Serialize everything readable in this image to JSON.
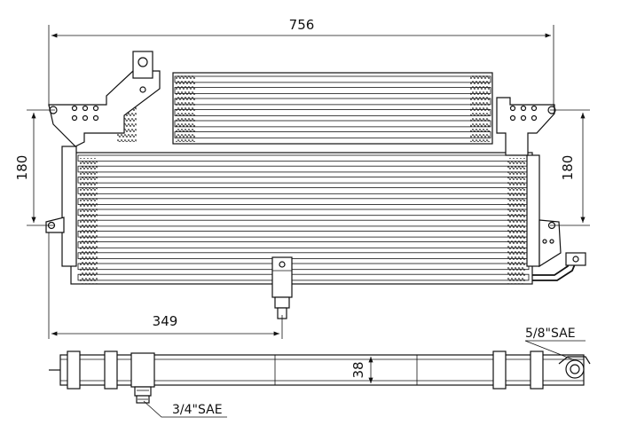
{
  "dimensions": {
    "overall_width": "756",
    "left_height": "180",
    "right_height": "180",
    "outlet_offset": "349",
    "side_thickness": "38"
  },
  "callouts": {
    "outlet_fitting": "5/8\"SAE",
    "inlet_fitting": "3/4\"SAE"
  }
}
